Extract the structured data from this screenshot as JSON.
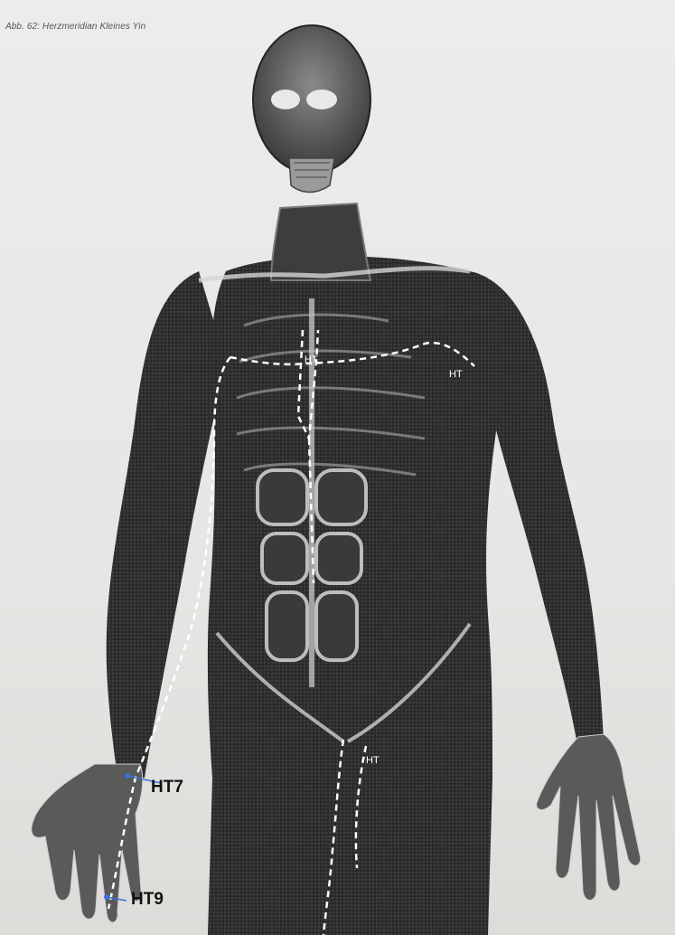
{
  "caption": "Abb. 62: Herzmeridian Kleines Yin",
  "meridian_labels": {
    "chest_center": "HT",
    "shoulder": "HT",
    "thigh": "HT"
  },
  "acupoints": {
    "wrist": "HT7",
    "finger": "HT9"
  },
  "colors": {
    "meridian_line": "#ffffff",
    "point_marker": "#3a6fd8",
    "label_text": "#111111"
  }
}
